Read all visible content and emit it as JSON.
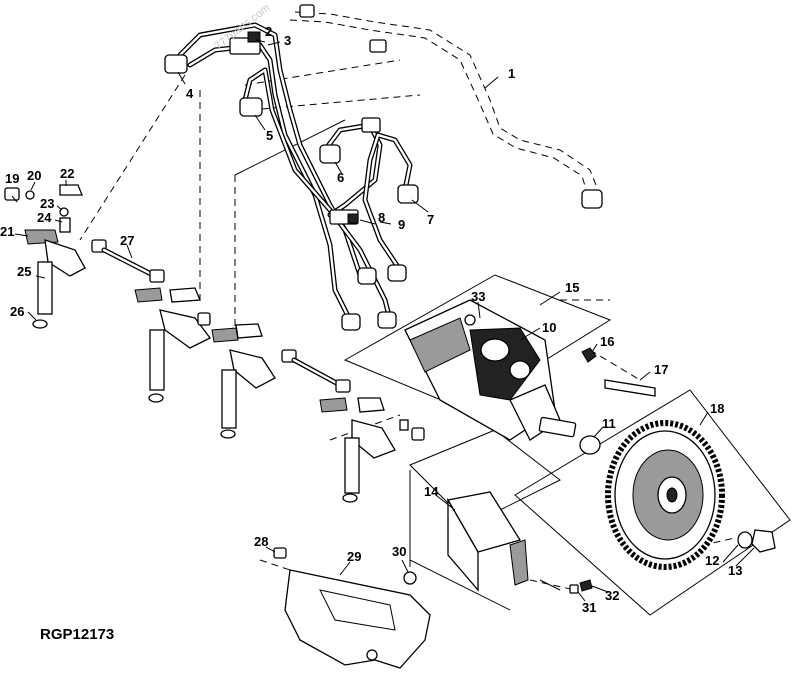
{
  "diagram": {
    "reference_code": "RGP12173",
    "watermark": "777parts.com",
    "callouts": [
      {
        "id": "c1",
        "text": "1"
      },
      {
        "id": "c2",
        "text": "2"
      },
      {
        "id": "c3",
        "text": "3"
      },
      {
        "id": "c4",
        "text": "4"
      },
      {
        "id": "c5",
        "text": "5"
      },
      {
        "id": "c6",
        "text": "6"
      },
      {
        "id": "c7",
        "text": "7"
      },
      {
        "id": "c8",
        "text": "8"
      },
      {
        "id": "c9",
        "text": "9"
      },
      {
        "id": "c10",
        "text": "10"
      },
      {
        "id": "c11",
        "text": "11"
      },
      {
        "id": "c12",
        "text": "12"
      },
      {
        "id": "c13",
        "text": "13"
      },
      {
        "id": "c14",
        "text": "14"
      },
      {
        "id": "c15",
        "text": "15"
      },
      {
        "id": "c16",
        "text": "16"
      },
      {
        "id": "c17",
        "text": "17"
      },
      {
        "id": "c18",
        "text": "18"
      },
      {
        "id": "c19",
        "text": "19"
      },
      {
        "id": "c20",
        "text": "20"
      },
      {
        "id": "c21",
        "text": "21"
      },
      {
        "id": "c22",
        "text": "22"
      },
      {
        "id": "c23",
        "text": "23"
      },
      {
        "id": "c24",
        "text": "24"
      },
      {
        "id": "c25",
        "text": "25"
      },
      {
        "id": "c26",
        "text": "26"
      },
      {
        "id": "c27",
        "text": "27"
      },
      {
        "id": "c28",
        "text": "28"
      },
      {
        "id": "c29",
        "text": "29"
      },
      {
        "id": "c30",
        "text": "30"
      },
      {
        "id": "c31",
        "text": "31"
      },
      {
        "id": "c32",
        "text": "32"
      },
      {
        "id": "c33",
        "text": "33"
      }
    ]
  }
}
